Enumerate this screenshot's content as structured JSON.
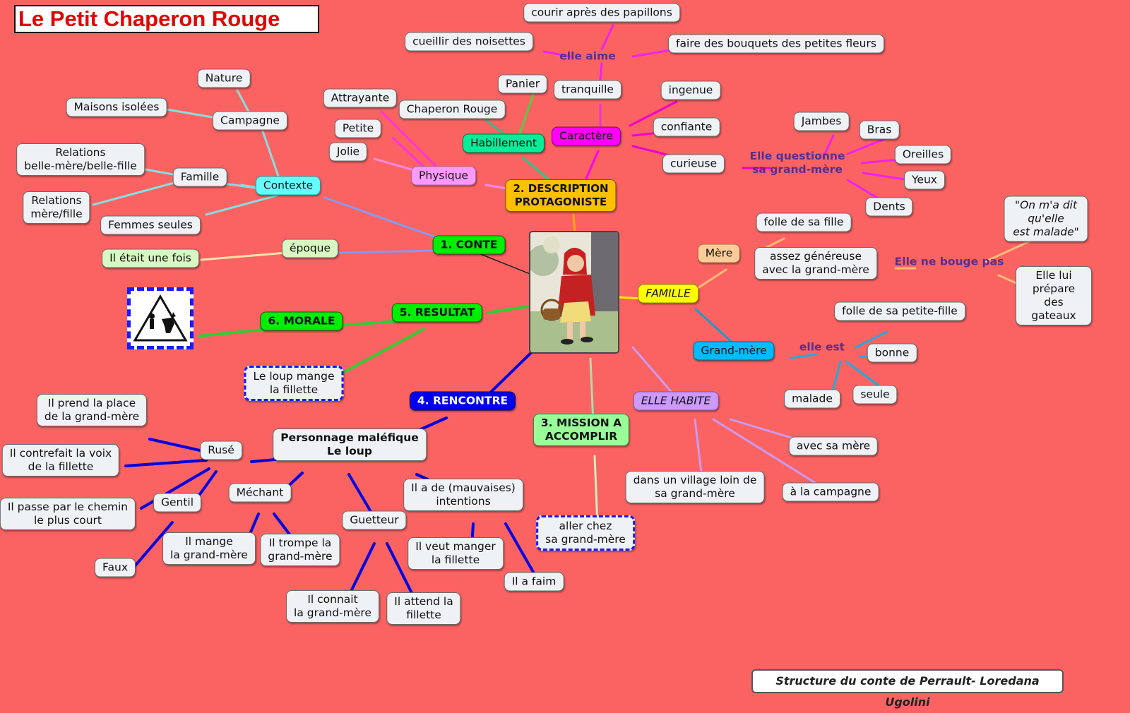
{
  "title": "Le Petit Chaperon Rouge",
  "credit": "Structure du conte de Perrault- Loredana Ugolini",
  "colors": {
    "background": "#fb6363",
    "conte": "#00ff00",
    "description": "#ffc000",
    "famille": "#ffff00",
    "rencontre": "#0000ee",
    "mission": "#99ff99",
    "habite": "#cc99ff",
    "contexte": "#66ffff",
    "physique": "#ff99ff",
    "caractere": "#ff00ff",
    "habillement": "#00ee99",
    "mere": "#ffcc99",
    "grand_mere": "#00bbff"
  },
  "nodes": {
    "courir": "courir après des papillons",
    "cueillir": "cueillir des noisettes",
    "elle_aime": "elle aime",
    "bouquets": "faire des bouquets des petites fleurs",
    "tranquille": "tranquille",
    "ingenue": "ingenue",
    "confiante": "confiante",
    "curieuse": "curieuse",
    "caractere": "Caractère",
    "panier": "Panier",
    "chaperon": "Chaperon Rouge",
    "habillement": "Habillement",
    "attrayante": "Attrayante",
    "petite": "Petite",
    "jolie": "Jolie",
    "physique": "Physique",
    "description": "2. DESCRIPTION\nPROTAGONISTE",
    "jambes": "Jambes",
    "bras": "Bras",
    "oreilles": "Oreilles",
    "yeux": "Yeux",
    "dents": "Dents",
    "questionne": "Elle questionne\nsa grand-mère",
    "nature": "Nature",
    "maisons": "Maisons isolées",
    "campagne": "Campagne",
    "relations_bm": "Relations\nbelle-mère/belle-fille",
    "famille_ctx": "Famille",
    "relations_mf": "Relations\nmère/fille",
    "femmes": "Femmes seules",
    "contexte": "Contexte",
    "conte": "1. CONTE",
    "epoque": "époque",
    "il_etait": "Il était une fois",
    "famille": "FAMILLE",
    "mere": "Mère",
    "folle_fille": "folle de sa fille",
    "genereuse": "assez généreuse\navec la grand-mère",
    "bouge": "Elle ne bouge pas",
    "on_dit": "\"On m'a dit qu'elle\nest malade\"",
    "gateaux": "Elle lui prépare\ndes gateaux",
    "grand_mere": "Grand-mère",
    "elle_est": "elle est",
    "folle_petite": "folle de sa petite-fille",
    "bonne": "bonne",
    "malade": "malade",
    "seule": "seule",
    "resultat": "5. RESULTAT",
    "morale": "6. MORALE",
    "loup_mange": "Le loup mange\nla fillette",
    "rencontre": "4. RENCONTRE",
    "mission": "3. MISSION A\nACCOMPLIR",
    "aller": "aller chez\nsa grand-mère",
    "habite": "ELLE HABITE",
    "avec_mere": "avec sa mère",
    "village": "dans un village loin de\nsa grand-mère",
    "campagne_h": "à la campagne",
    "personnage": "Personnage maléfique\nLe loup",
    "ruse": "Rusé",
    "prend_place": "Il prend la place\nde la grand-mère",
    "contrefait": "Il contrefait la voix\nde la fillette",
    "passe": "Il passe par le chemin\nle plus court",
    "gentil": "Gentil",
    "faux": "Faux",
    "mechant": "Méchant",
    "mange_gm": "Il mange\nla grand-mère",
    "trompe": "Il trompe la\ngrand-mère",
    "guetteur": "Guetteur",
    "connait": "Il connait\nla grand-mère",
    "attend": "Il attend la\nfillette",
    "intentions": "Il a de (mauvaises)\nintentions",
    "veut_manger": "Il veut manger\nla fillette",
    "faim": "Il a faim"
  }
}
